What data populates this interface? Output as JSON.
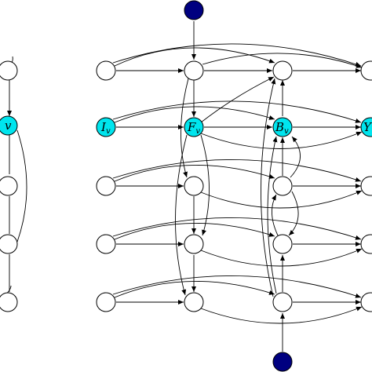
{
  "labels": {
    "v": "v",
    "iv_main": "I",
    "iv_sub": "v",
    "fv_main": "F",
    "fv_sub": "v",
    "bv_main": "B",
    "bv_sub": "v",
    "yv_main": "Y"
  },
  "colors": {
    "highlight": "#00e5ee",
    "terminal": "#000080",
    "plain": "#ffffff",
    "stroke": "#000000"
  }
}
